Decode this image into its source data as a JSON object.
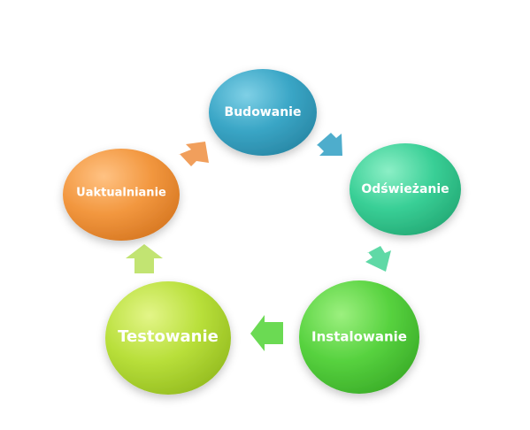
{
  "diagram": {
    "type": "cycle",
    "nodes": [
      {
        "id": "budowanie",
        "label": "Budowanie",
        "color": "#3aa6c6"
      },
      {
        "id": "odswiezanie",
        "label": "Odświeżanie",
        "color": "#39cf96"
      },
      {
        "id": "instalowanie",
        "label": "Instalowanie",
        "color": "#57d23f"
      },
      {
        "id": "testowanie",
        "label": "Testowanie",
        "color": "#b8df3a"
      },
      {
        "id": "uaktualnianie",
        "label": "Uaktualnianie",
        "color": "#f2973f"
      }
    ],
    "arrows": [
      {
        "from": "budowanie",
        "to": "odswiezanie",
        "color": "#45a9c9"
      },
      {
        "from": "odswiezanie",
        "to": "instalowanie",
        "color": "#56d7a1"
      },
      {
        "from": "instalowanie",
        "to": "testowanie",
        "color": "#63d84a"
      },
      {
        "from": "testowanie",
        "to": "uaktualnianie",
        "color": "#bfe36a"
      },
      {
        "from": "uaktualnianie",
        "to": "budowanie",
        "color": "#f09a53"
      }
    ]
  }
}
